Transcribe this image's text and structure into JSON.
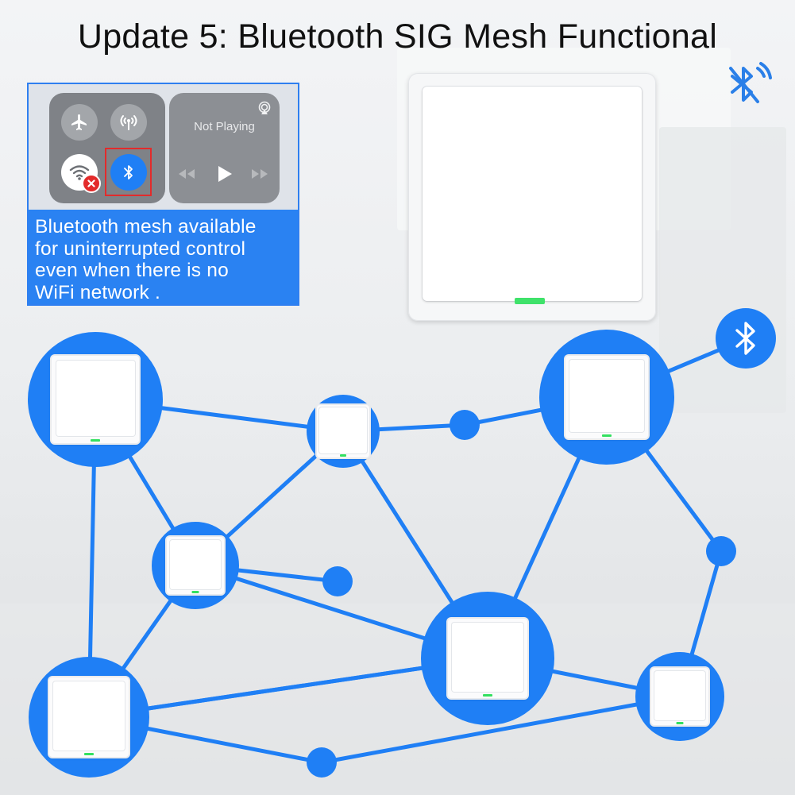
{
  "header": {
    "title": "Update 5: Bluetooth SIG Mesh Functional"
  },
  "phone_panel": {
    "media_status": "Not Playing",
    "caption_lines": [
      "Bluetooth mesh available",
      "for uninterrupted control",
      "even when there is no",
      "WiFi network ."
    ]
  },
  "icons": {
    "corner": "bluetooth-off-icon",
    "airplane": "airplane-icon",
    "cellular": "cellular-antenna-icon",
    "wifi": "wifi-icon",
    "wifi_error": "close-badge-icon",
    "bluetooth": "bluetooth-icon",
    "airplay": "airplay-icon",
    "rewind": "rewind-icon",
    "play": "play-icon",
    "forward": "fast-forward-icon",
    "mesh_bluetooth": "bluetooth-icon"
  },
  "colors": {
    "accent_blue": "#1f7ff5",
    "caption_blue": "#2a82f2",
    "led_green": "#3fe26a",
    "highlight_red": "#e32b2b"
  }
}
